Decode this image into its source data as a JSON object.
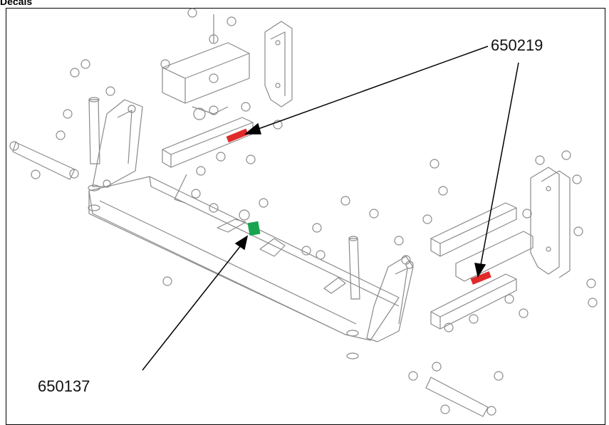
{
  "header": {
    "title": "Decals"
  },
  "callouts": [
    {
      "id": "top",
      "label": "650219",
      "decal_color": "#e02a2a"
    },
    {
      "id": "bottom",
      "label": "650137",
      "decal_color": "#18a350"
    }
  ],
  "colors": {
    "line": "#8a8a8a",
    "text": "#111111",
    "frame": "#000000"
  }
}
